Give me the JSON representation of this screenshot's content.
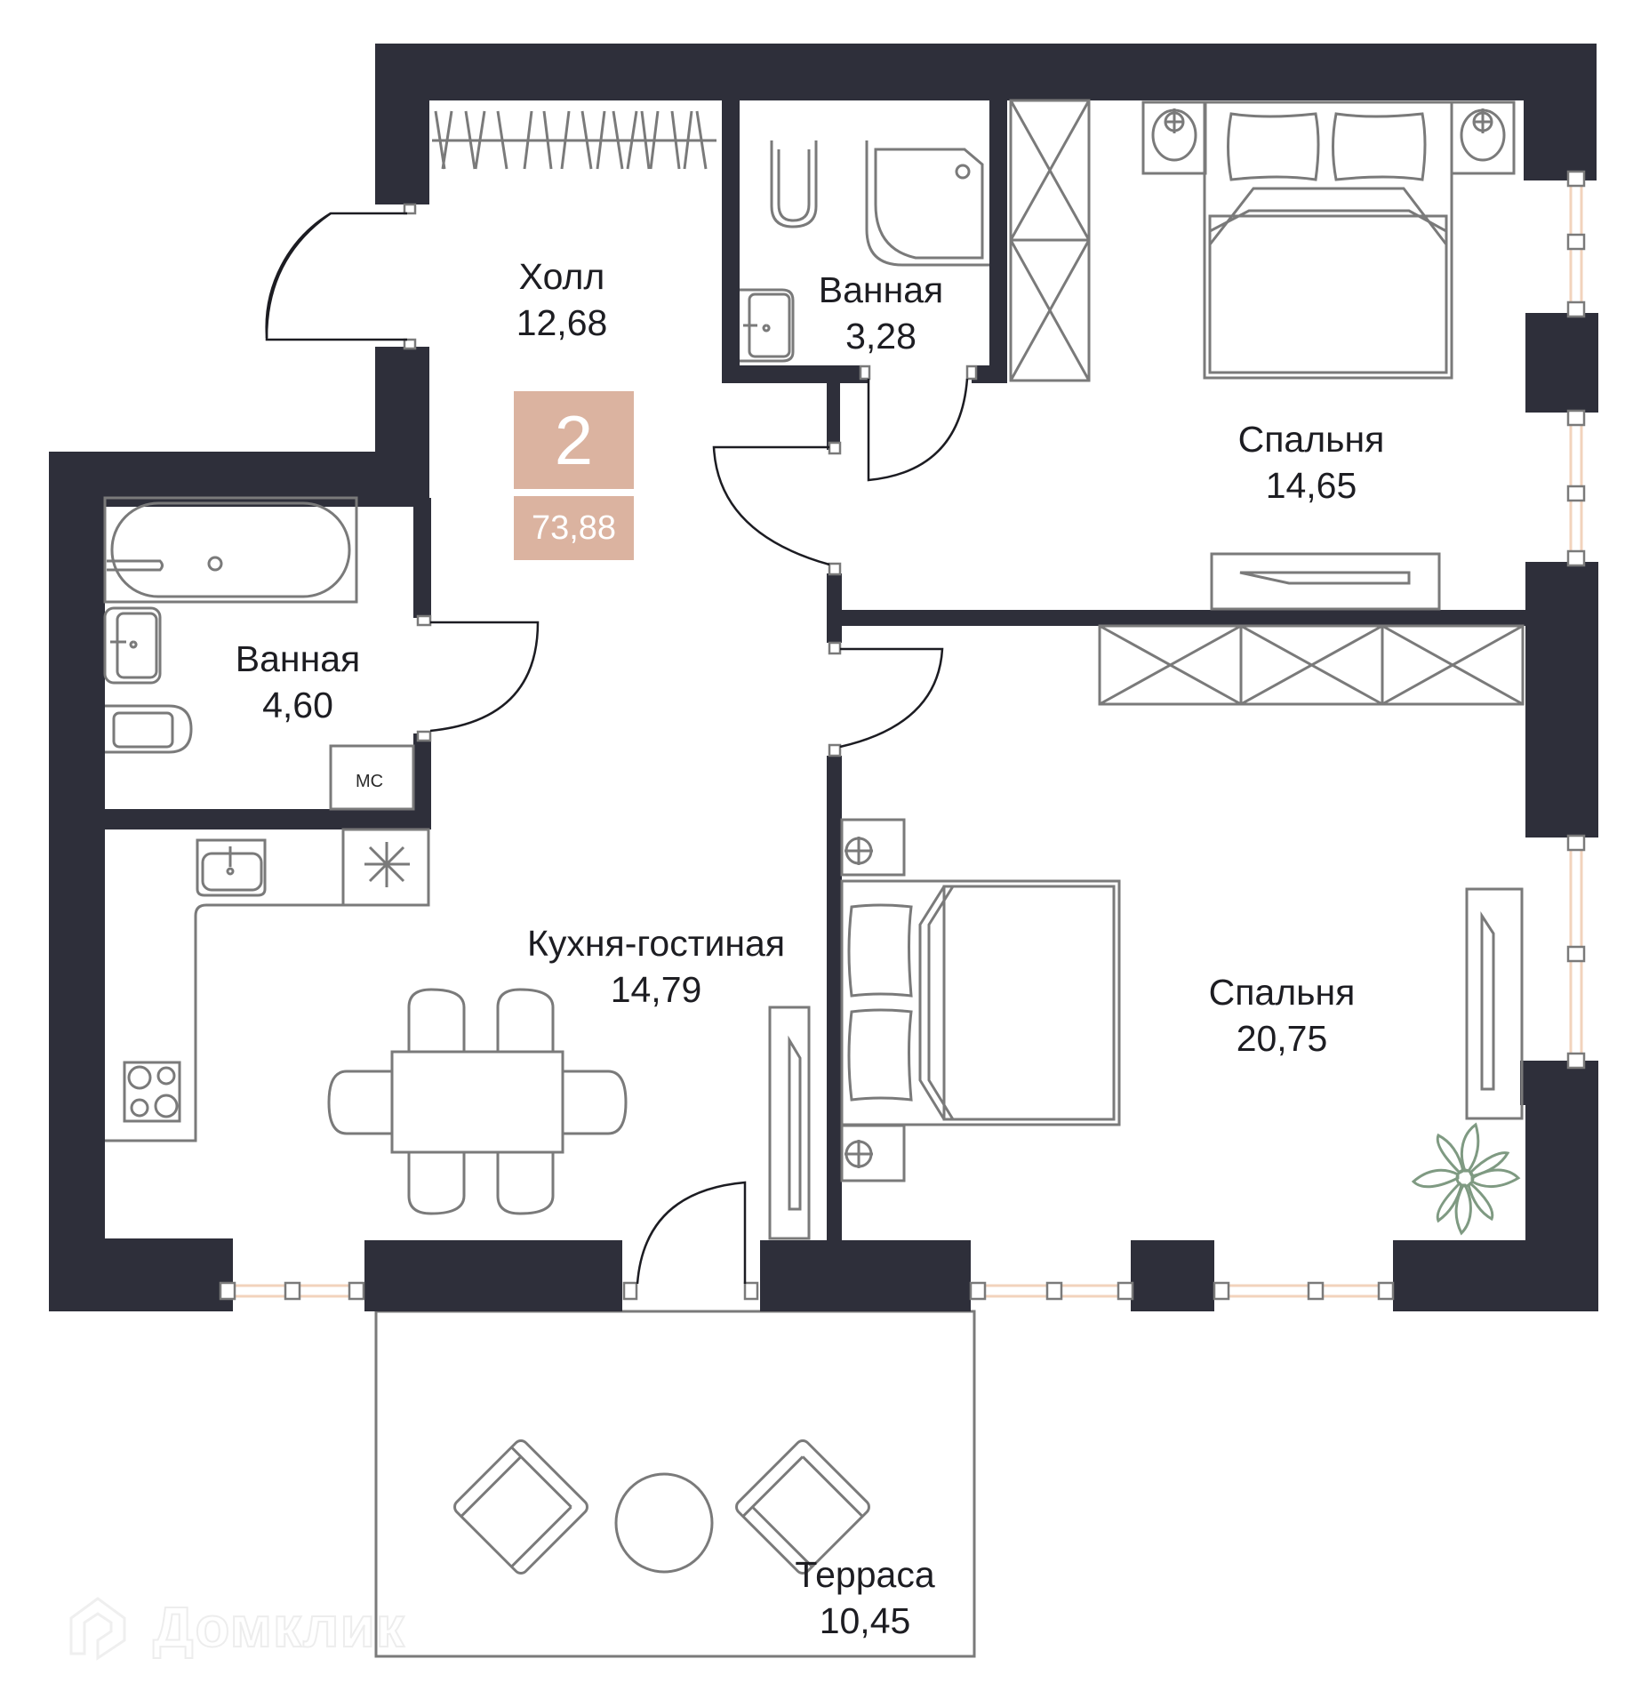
{
  "plan": {
    "rooms_count": "2",
    "total_area": "73,88",
    "badge_color": "#dbb3a0",
    "wall_color": "#2e2f3a",
    "plant_color": "#7f9a82",
    "window_color": "#f2d3bc"
  },
  "rooms": {
    "hall": {
      "name": "Холл",
      "area": "12,68"
    },
    "bath_small": {
      "name": "Ванная",
      "area": "3,28"
    },
    "bedroom_small": {
      "name": "Спальня",
      "area": "14,65"
    },
    "bath_large": {
      "name": "Ванная",
      "area": "4,60"
    },
    "kitchen_living": {
      "name": "Кухня-гостиная",
      "area": "14,79"
    },
    "bedroom_large": {
      "name": "Спальня",
      "area": "20,75"
    },
    "terrace": {
      "name": "Терраса",
      "area": "10,45"
    }
  },
  "labels": {
    "mc": "МС"
  },
  "watermark": {
    "text": "Домклик",
    "icon": "house-logo-icon"
  }
}
